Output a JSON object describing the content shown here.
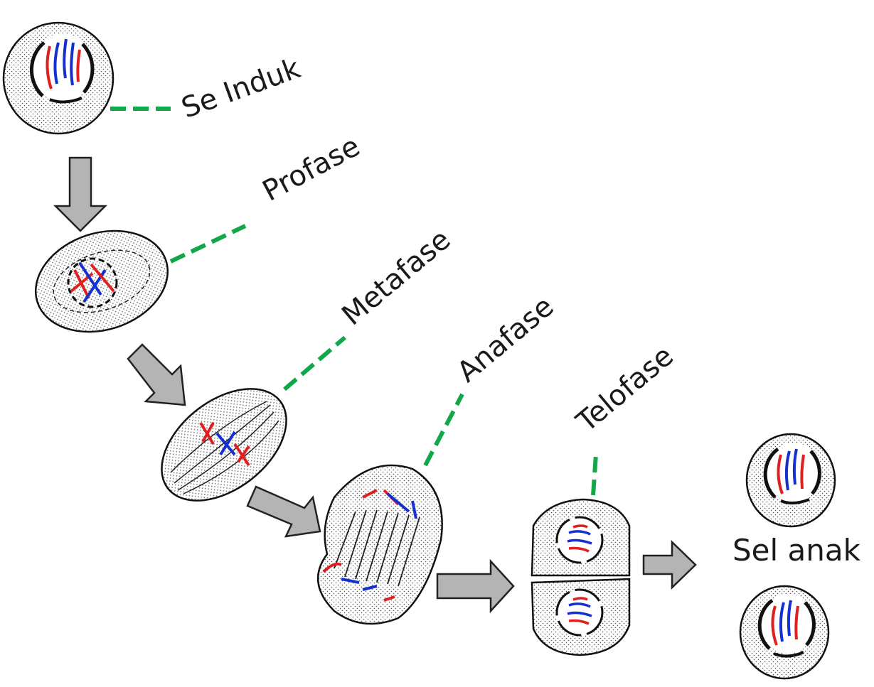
{
  "labels": {
    "parent_cell": "Se Induk",
    "prophase": "Profase",
    "metaphase": "Metafase",
    "anaphase": "Anafase",
    "telophase": "Telofase",
    "daughter_cells": "Sel anak"
  },
  "colors": {
    "leader_line": "#12a84a",
    "arrow_fill": "#b4b4b4",
    "arrow_stroke": "#222222",
    "chromosome_red": "#e02020",
    "chromosome_blue": "#1530d0",
    "cell_outline": "#111111"
  }
}
